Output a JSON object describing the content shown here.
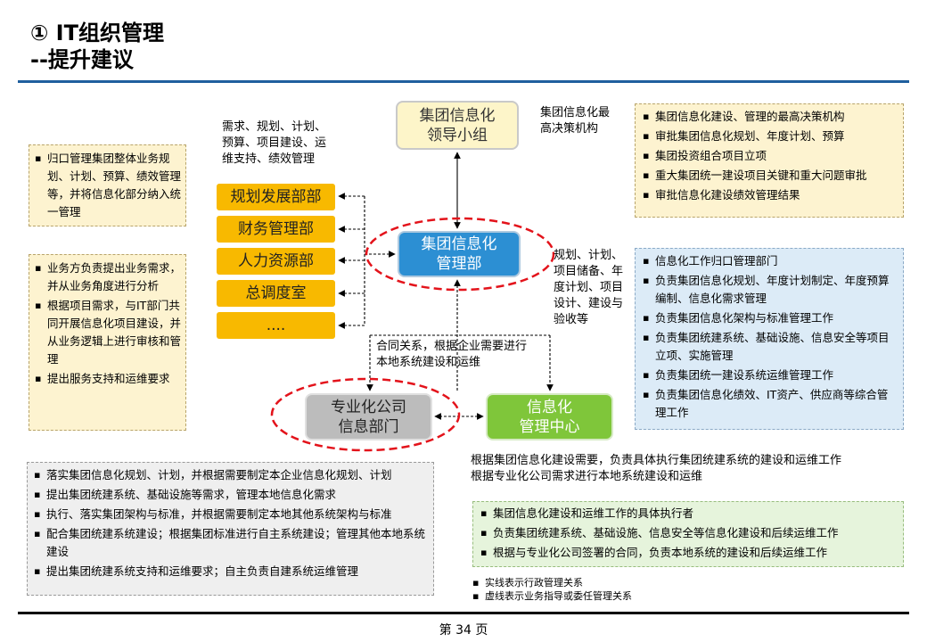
{
  "title": {
    "line1": "① IT组织管理",
    "line2": "--提升建议"
  },
  "nodes": {
    "leader": "集团信息化\n领导小组",
    "it_dept": "集团信息化\n管理部",
    "sub_company": "专业化公司\n信息部门",
    "it_center": "信息化\n管理中心"
  },
  "departments": [
    "规划发展部部",
    "财务管理部",
    "人力资源部",
    "总调度室",
    "...."
  ],
  "notes": {
    "dept_flow": [
      "需求、规划、计划、",
      "预算、项目建设、运",
      "维支持、绩效管理"
    ],
    "leader_desc": [
      "集团信息化最",
      "高决策机构"
    ],
    "it_flow": [
      "规划、计划、",
      "项目储备、年",
      "度计划、项目",
      "设计、建设与",
      "验收等"
    ],
    "contract": [
      "合同关系，根据企业需要进行",
      "本地系统建设和运维"
    ],
    "center_desc": [
      "根据集团信息化建设需要，负责具体执行集团统建系统的建设和运维工作",
      "根据专业化公司需求进行本地系统建设和运维"
    ],
    "legend": [
      "实线表示行政管理关系",
      "虚线表示业务指导或委任管理关系"
    ]
  },
  "panels": {
    "left_top": [
      "归口管理集团整体业务规划、计划、预算、绩效管理等，并将信息化部分纳入统一管理"
    ],
    "left_mid": [
      "业务方负责提出业务需求，并从业务角度进行分析",
      "根据项目需求，与IT部门共同开展信息化项目建设，并从业务逻辑上进行审核和管理",
      "提出服务支持和运维要求"
    ],
    "right_top": [
      "集团信息化建设、管理的最高决策机构",
      "审批集团信息化规划、年度计划、预算",
      "集团投资组合项目立项",
      "重大集团统一建设项目关键和重大问题审批",
      "审批信息化建设绩效管理结果"
    ],
    "right_mid": [
      "信息化工作归口管理部门",
      "负责集团信息化规划、年度计划制定、年度预算编制、信息化需求管理",
      "负责集团信息化架构与标准管理工作",
      "负责集团统建系统、基础设施、信息安全等项目立项、实施管理",
      "负责集团统一建设系统运维管理工作",
      "负责集团信息化绩效、IT资产、供应商等综合管理工作"
    ],
    "bottom_left": [
      "落实集团信息化规划、计划，并根据需要制定本企业信息化规划、计划",
      "提出集团统建系统、基础设施等需求，管理本地信息化需求",
      "执行、落实集团架构与标准，并根据需要制定本地其他系统架构与标准",
      "配合集团统建系统建设；根据集团标准进行自主系统建设；管理其他本地系统建设",
      "提出集团统建系统支持和运维要求；自主负责自建系统运维管理"
    ],
    "bottom_right": [
      "集团信息化建设和运维工作的具体执行者",
      "负责集团统建系统、基础设施、信息安全等信息化建设和后续运维工作",
      "根据与专业化公司签署的合同，负责本地系统的建设和后续运维工作"
    ]
  },
  "page": "第 34 页",
  "colors": {
    "title_rule": "#1f5f9e",
    "dept": "#f8b900",
    "it_dept": "#2c8fd3",
    "it_center": "#7fc63a",
    "sub_company": "#bcbcbc",
    "leader": "#fdf5c9",
    "highlight_ellipse": "#e3131b"
  }
}
